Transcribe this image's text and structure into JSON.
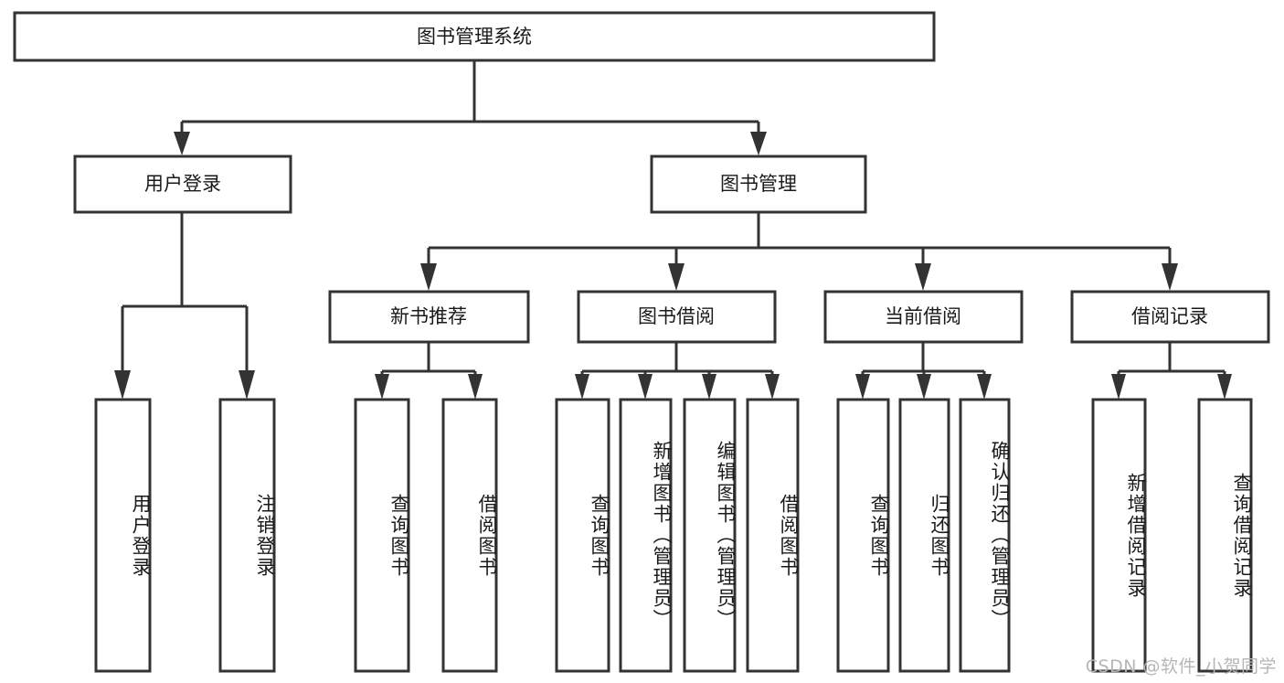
{
  "diagram": {
    "title": "图书管理系统",
    "type": "tree-hierarchy",
    "watermark": "CSDN @软件_小贺同学",
    "colors": {
      "stroke": "#333333",
      "fill": "#ffffff",
      "text": "#1a1a1a",
      "watermark": "#b6b6b6"
    },
    "levels": {
      "root": {
        "label": "图书管理系统",
        "orientation": "horizontal"
      },
      "level2": [
        {
          "id": "user-login",
          "label": "用户登录",
          "orientation": "horizontal"
        },
        {
          "id": "book-manage",
          "label": "图书管理",
          "orientation": "horizontal"
        }
      ],
      "level3": [
        {
          "id": "new-book-recommend",
          "label": "新书推荐",
          "orientation": "horizontal",
          "parent": "book-manage"
        },
        {
          "id": "book-borrow",
          "label": "图书借阅",
          "orientation": "horizontal",
          "parent": "book-manage"
        },
        {
          "id": "current-borrow",
          "label": "当前借阅",
          "orientation": "horizontal",
          "parent": "book-manage"
        },
        {
          "id": "borrow-record",
          "label": "借阅记录",
          "orientation": "horizontal",
          "parent": "book-manage"
        }
      ],
      "leaves": [
        {
          "id": "leaf-user-login",
          "label": "用户登录",
          "orientation": "vertical",
          "parent": "user-login"
        },
        {
          "id": "leaf-logout",
          "label": "注销登录",
          "orientation": "vertical",
          "parent": "user-login"
        },
        {
          "id": "leaf-query-book-1",
          "label": "查询图书",
          "orientation": "vertical",
          "parent": "new-book-recommend"
        },
        {
          "id": "leaf-borrow-book-1",
          "label": "借阅图书",
          "orientation": "vertical",
          "parent": "new-book-recommend"
        },
        {
          "id": "leaf-query-book-2",
          "label": "查询图书",
          "orientation": "vertical",
          "parent": "book-borrow"
        },
        {
          "id": "leaf-add-book",
          "label": "新增图书（管理员）",
          "orientation": "vertical",
          "parent": "book-borrow"
        },
        {
          "id": "leaf-edit-book",
          "label": "编辑图书（管理员）",
          "orientation": "vertical",
          "parent": "book-borrow"
        },
        {
          "id": "leaf-borrow-book-2",
          "label": "借阅图书",
          "orientation": "vertical",
          "parent": "book-borrow"
        },
        {
          "id": "leaf-query-book-3",
          "label": "查询图书",
          "orientation": "vertical",
          "parent": "current-borrow"
        },
        {
          "id": "leaf-return-book",
          "label": "归还图书",
          "orientation": "vertical",
          "parent": "current-borrow"
        },
        {
          "id": "leaf-confirm-return",
          "label": "确认归还（管理员）",
          "orientation": "vertical",
          "parent": "current-borrow"
        },
        {
          "id": "leaf-add-record",
          "label": "新增借阅记录",
          "orientation": "vertical",
          "parent": "borrow-record"
        },
        {
          "id": "leaf-query-record",
          "label": "查询借阅记录",
          "orientation": "vertical",
          "parent": "borrow-record"
        }
      ]
    }
  }
}
